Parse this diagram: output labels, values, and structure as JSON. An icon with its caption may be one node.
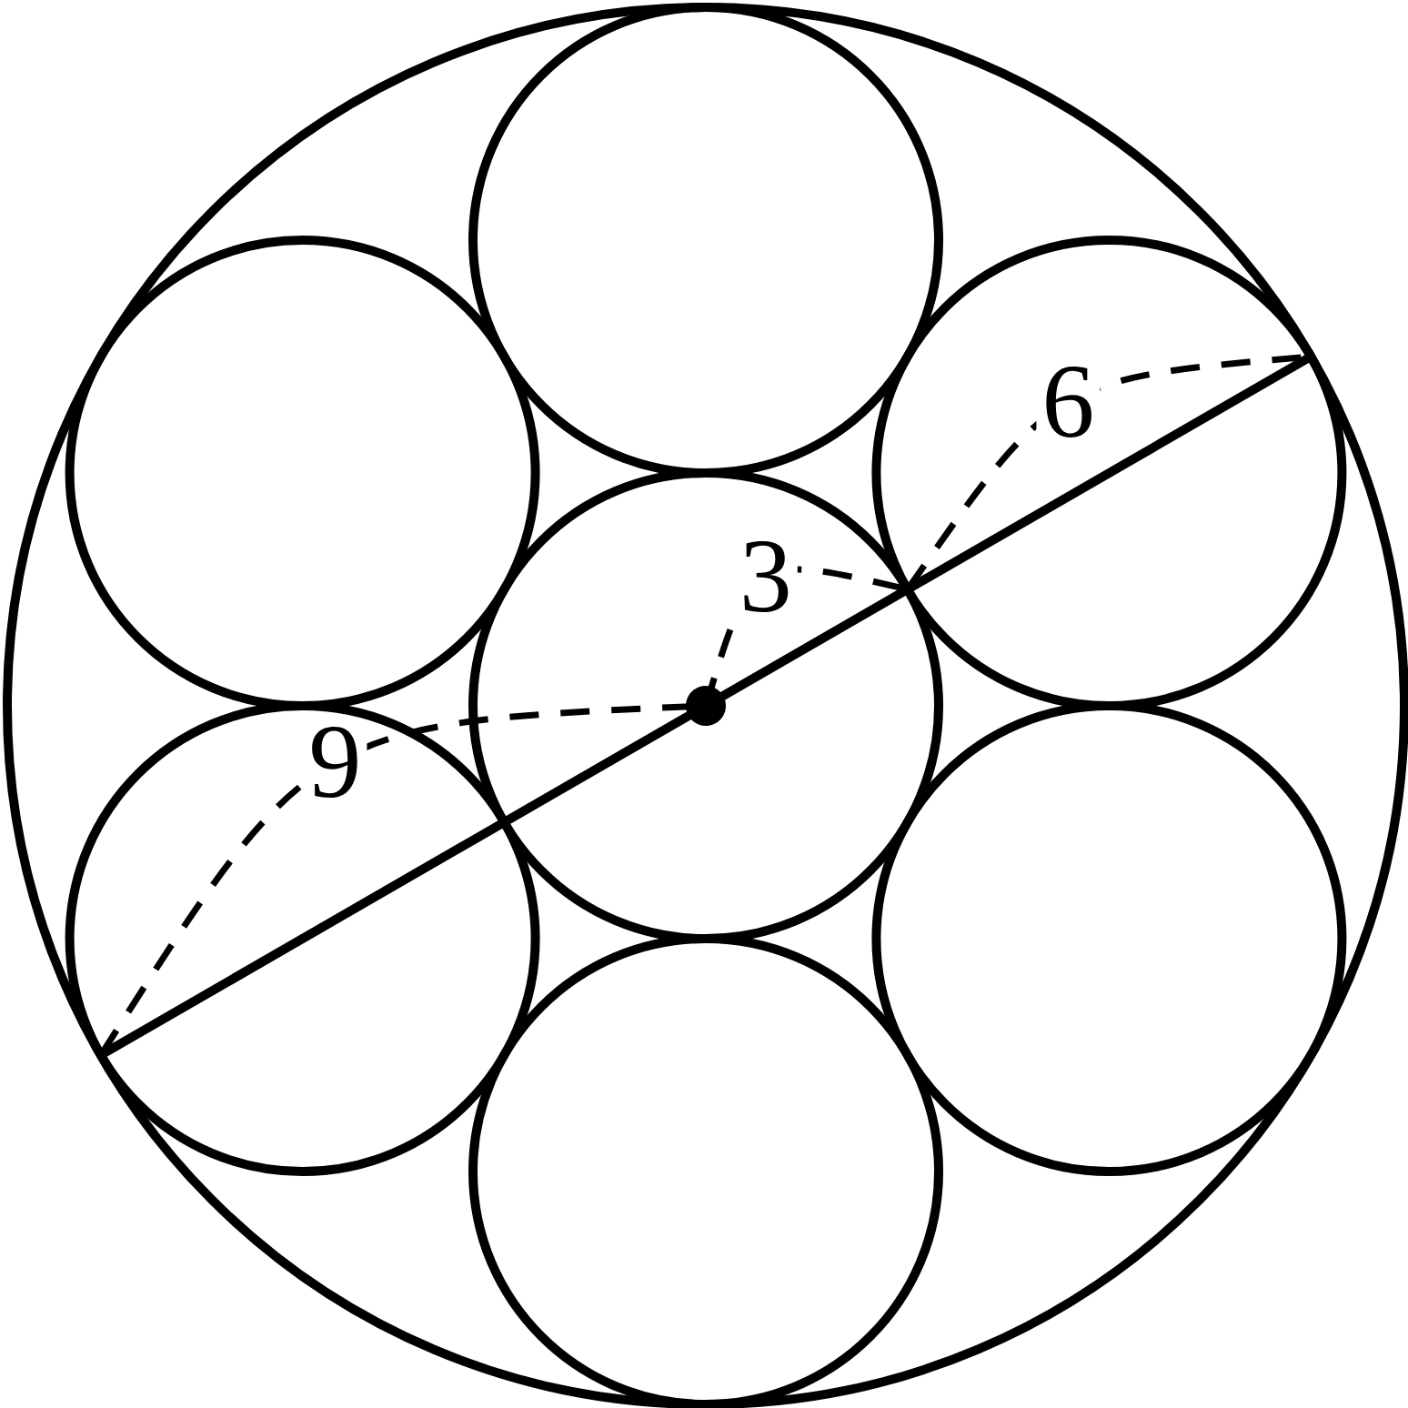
{
  "diagram": {
    "labels": [
      "6",
      "3",
      "9"
    ]
  }
}
